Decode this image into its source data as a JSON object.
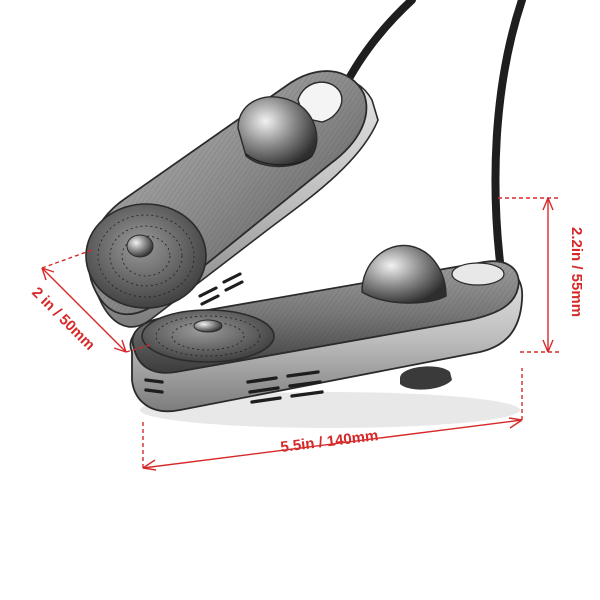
{
  "dimensions": {
    "length": "5.5in / 140mm",
    "height": "2.2in / 55mm",
    "width": "2 in / 50mm"
  },
  "colors": {
    "dimension_line": "#d62a2a",
    "ink": "#2b2b2b",
    "body_shade": "#8f8f8f",
    "body_light": "#d9d9d9",
    "paper": "#ffffff"
  },
  "icons": [
    "speaker-grille-icon",
    "dome-button-icon",
    "vent-slot-icon",
    "cable-icon"
  ]
}
